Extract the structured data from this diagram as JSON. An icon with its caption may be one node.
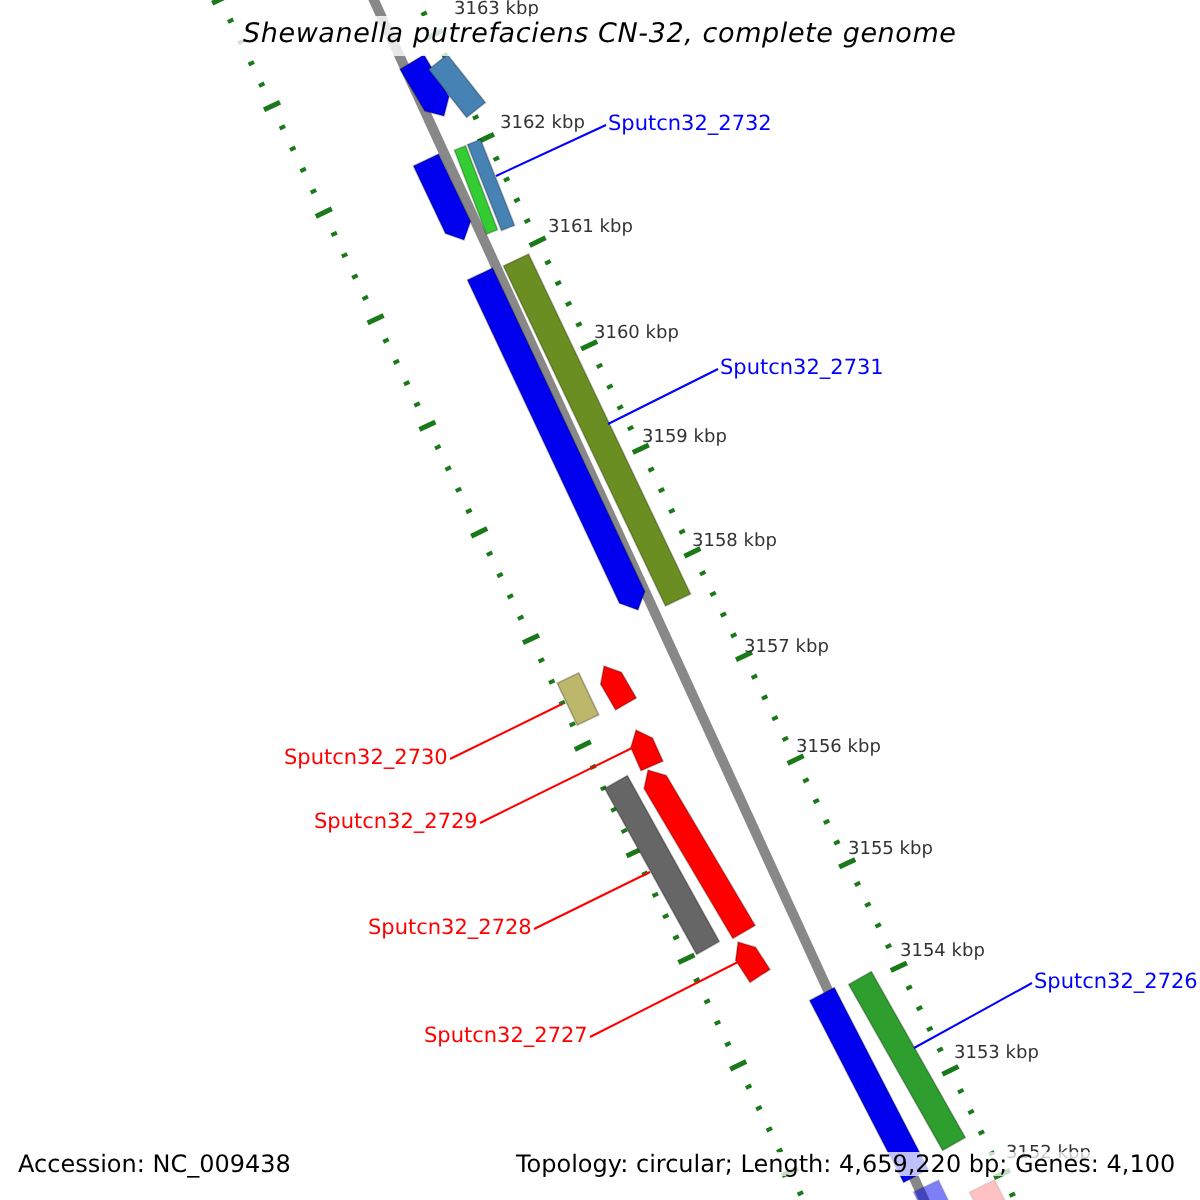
{
  "diagram": {
    "title": "Shewanella putrefaciens CN-32, complete genome",
    "nodes": [
      {
        "text": [],
        "shape": "arrow"
      },
      {
        "text": [],
        "shape": "bar"
      },
      {
        "text": [],
        "shape": "arrow"
      },
      {
        "text": [],
        "shape": "bar"
      },
      {
        "text": [],
        "shape": "bar"
      },
      {
        "text": [],
        "shape": "arrow"
      },
      {
        "text": [],
        "shape": "bar"
      },
      {
        "text": [],
        "shape": "bar"
      },
      {
        "text": [],
        "shape": "arrow"
      },
      {
        "text": [],
        "shape": "arrow"
      },
      {
        "text": [],
        "shape": "bar"
      },
      {
        "text": [],
        "shape": "arrow"
      },
      {
        "text": [],
        "shape": "arrow"
      },
      {
        "text": [],
        "shape": "bar"
      },
      {
        "text": [],
        "shape": "bar"
      },
      {
        "text": [],
        "shape": "bar"
      },
      {
        "text": [],
        "shape": "bar"
      },
      {
        "text": [
          "Sputcn32_2732"
        ]
      },
      {
        "text": [
          "Sputcn32_2731"
        ]
      },
      {
        "text": [
          "Sputcn32_2730"
        ]
      },
      {
        "text": [
          "Sputcn32_2729"
        ]
      },
      {
        "text": [
          "Sputcn32_2728"
        ]
      },
      {
        "text": [
          "Sputcn32_2726"
        ]
      },
      {
        "text": [
          "Sputcn32_2727"
        ]
      }
    ],
    "edges": [
      {
        "from": 17,
        "to": 4,
        "arrow": "none",
        "color": "#0000ff"
      },
      {
        "from": 18,
        "to": 6,
        "arrow": "none",
        "color": "#0000ff"
      },
      {
        "from": 19,
        "to": 7,
        "arrow": "none"
      },
      {
        "from": 20,
        "to": 9,
        "arrow": "none"
      },
      {
        "from": 21,
        "to": 10,
        "arrow": "none"
      },
      {
        "from": 22,
        "to": 14,
        "arrow": "none",
        "color": "#0000ff"
      },
      {
        "from": 23,
        "to": 12,
        "arrow": "none"
      }
    ],
    "labels": [
      "3163 kbp",
      "3162 kbp",
      "3161 kbp",
      "3160 kbp",
      "3159 kbp",
      "3158 kbp",
      "3157 kbp",
      "3156 kbp",
      "3155 kbp",
      "3154 kbp",
      "3153 kbp",
      "3152 kbp",
      "Accession: NC_009438",
      "Topology: circular; Length: 4,659,220 bp; Genes: 4,100"
    ]
  }
}
